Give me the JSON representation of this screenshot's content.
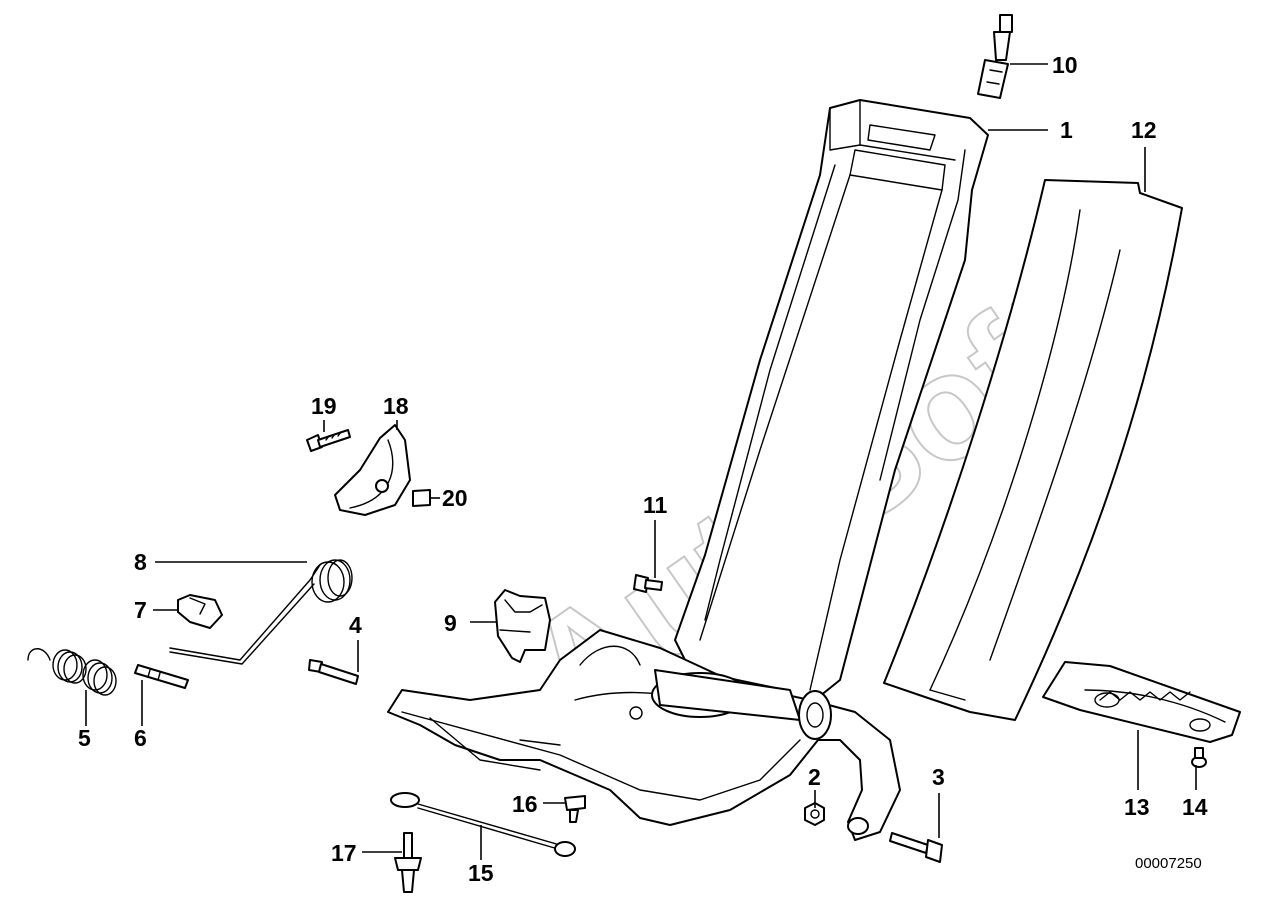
{
  "watermark": "AutoSoft",
  "reference_number": "00007250",
  "callouts": [
    {
      "id": "c1",
      "label": "1"
    },
    {
      "id": "c2",
      "label": "2"
    },
    {
      "id": "c3",
      "label": "3"
    },
    {
      "id": "c4",
      "label": "4"
    },
    {
      "id": "c5",
      "label": "5"
    },
    {
      "id": "c6",
      "label": "6"
    },
    {
      "id": "c7",
      "label": "7"
    },
    {
      "id": "c8",
      "label": "8"
    },
    {
      "id": "c9",
      "label": "9"
    },
    {
      "id": "c10",
      "label": "10"
    },
    {
      "id": "c11",
      "label": "11"
    },
    {
      "id": "c12",
      "label": "12"
    },
    {
      "id": "c13",
      "label": "13"
    },
    {
      "id": "c14",
      "label": "14"
    },
    {
      "id": "c15",
      "label": "15"
    },
    {
      "id": "c16",
      "label": "16"
    },
    {
      "id": "c17",
      "label": "17"
    },
    {
      "id": "c18",
      "label": "18"
    },
    {
      "id": "c19",
      "label": "19"
    },
    {
      "id": "c20",
      "label": "20"
    }
  ]
}
